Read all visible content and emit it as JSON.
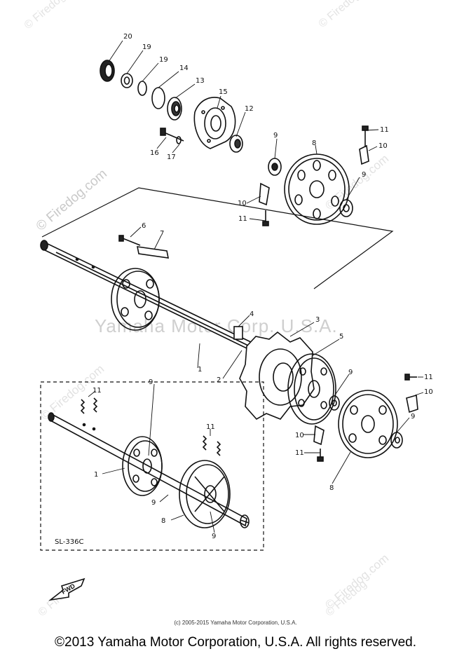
{
  "watermarks": {
    "center": "Yamaha Motor Corp. U.S.A.",
    "site": "© Firedog.com",
    "site_short": "© Firedog.com",
    "site_br": "© Firedog.com",
    "site_bl": "© Firedog.com",
    "corner_tl": "© Firedog",
    "corner_tr": "© Firedog",
    "corner_bl": "© Firedog",
    "corner_br": "© Firedog"
  },
  "parts": [
    {
      "id": "p20",
      "label": "20"
    },
    {
      "id": "p19a",
      "label": "19"
    },
    {
      "id": "p19b",
      "label": "19"
    },
    {
      "id": "p14",
      "label": "14"
    },
    {
      "id": "p13",
      "label": "13"
    },
    {
      "id": "p15",
      "label": "15"
    },
    {
      "id": "p12",
      "label": "12"
    },
    {
      "id": "p16",
      "label": "16"
    },
    {
      "id": "p17",
      "label": "17"
    },
    {
      "id": "p9a",
      "label": "9"
    },
    {
      "id": "p8a",
      "label": "8"
    },
    {
      "id": "p11a",
      "label": "11"
    },
    {
      "id": "p10a",
      "label": "10"
    },
    {
      "id": "p9b",
      "label": "9"
    },
    {
      "id": "p10b",
      "label": "10"
    },
    {
      "id": "p11b",
      "label": "11"
    },
    {
      "id": "p6",
      "label": "6"
    },
    {
      "id": "p7",
      "label": "7"
    },
    {
      "id": "p4",
      "label": "4"
    },
    {
      "id": "p3",
      "label": "3"
    },
    {
      "id": "p5",
      "label": "5"
    },
    {
      "id": "p1a",
      "label": "1"
    },
    {
      "id": "p2",
      "label": "2"
    },
    {
      "id": "p9c",
      "label": "9"
    },
    {
      "id": "p11c",
      "label": "11"
    },
    {
      "id": "p10c",
      "label": "10"
    },
    {
      "id": "p9d",
      "label": "9"
    },
    {
      "id": "p10d",
      "label": "10"
    },
    {
      "id": "p11d",
      "label": "11"
    },
    {
      "id": "p8b",
      "label": "8"
    },
    {
      "id": "p11e",
      "label": "11"
    },
    {
      "id": "p11f",
      "label": "11"
    },
    {
      "id": "p9e",
      "label": "9"
    },
    {
      "id": "p1b",
      "label": "1"
    },
    {
      "id": "p9f",
      "label": "9"
    },
    {
      "id": "p8c",
      "label": "8"
    },
    {
      "id": "p9g",
      "label": "9"
    }
  ],
  "inset_code": "SL-336C",
  "fwd_label": "FWD",
  "copyright_small": "(c) 2005-2015 Yamaha Motor Corporation, U.S.A.",
  "copyright_main": "©2013 Yamaha Motor Corporation, U.S.A. All rights reserved."
}
